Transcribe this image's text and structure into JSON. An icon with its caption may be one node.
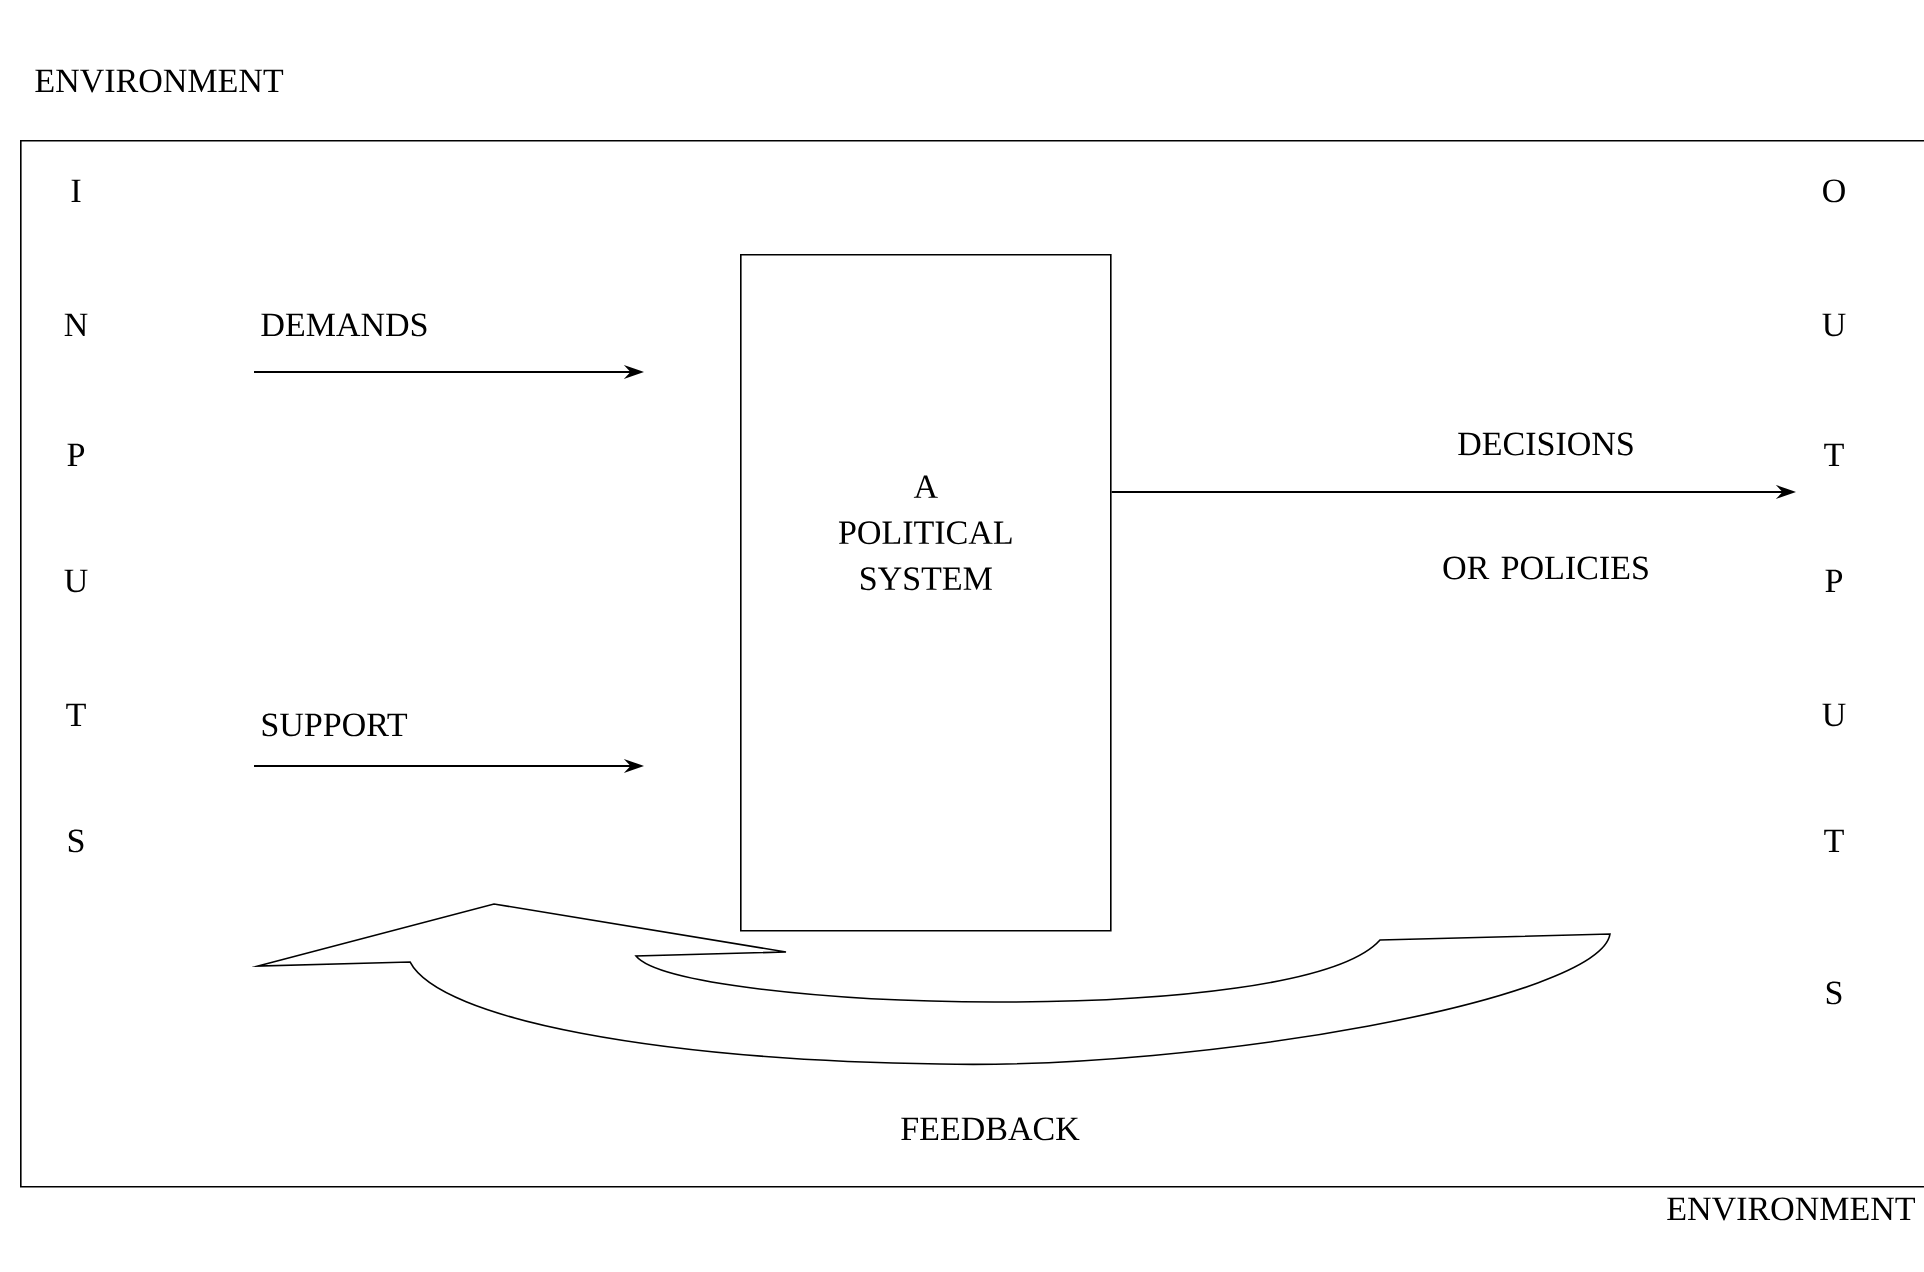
{
  "diagram": {
    "nodes": [
      {
        "text": [
          "ENVIRONMENT"
        ],
        "beside": [
          "ENVIRONMENT"
        ]
      },
      {
        "text": [
          "A POLITICAL SYSTEM"
        ],
        "in": 0
      }
    ],
    "edges": [
      {
        "from": null,
        "to": 1,
        "arrow": "to",
        "label": "DEMANDS"
      },
      {
        "from": null,
        "to": 1,
        "arrow": "to",
        "label": "SUPPORT"
      },
      {
        "from": 1,
        "to": null,
        "arrow": "to",
        "label": "DECISIONS OR POLICIES"
      }
    ],
    "labels": [
      "I",
      "O",
      "N",
      "U",
      "P",
      "T",
      "U",
      "P",
      "T",
      "U",
      "S",
      "T",
      "S",
      "FEEDBACK"
    ]
  }
}
